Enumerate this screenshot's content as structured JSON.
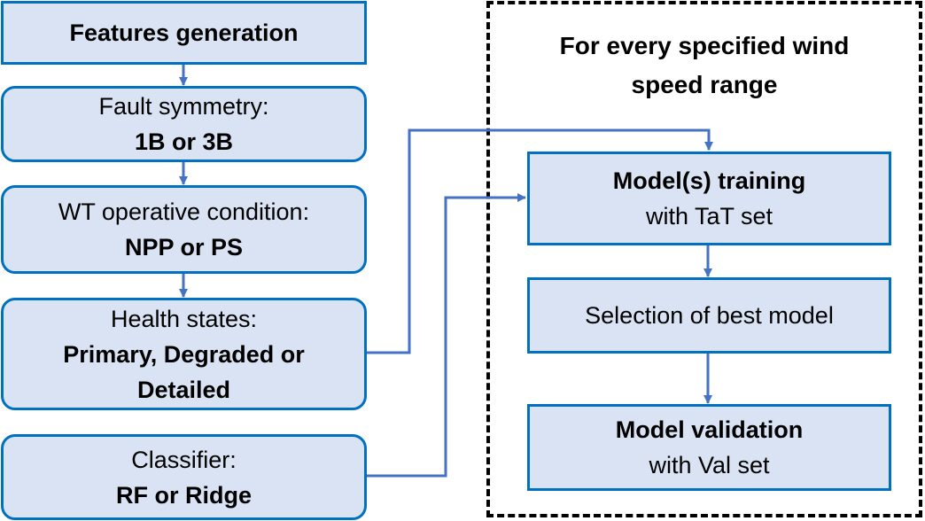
{
  "diagram": {
    "left_column": [
      {
        "id": "features",
        "lines": [
          {
            "text": "Features generation",
            "bold": true
          }
        ]
      },
      {
        "id": "fault",
        "lines": [
          {
            "text": "Fault symmetry:",
            "bold": false
          },
          {
            "text": "1B or 3B",
            "bold": true
          }
        ]
      },
      {
        "id": "wt",
        "lines": [
          {
            "text": "WT operative condition:",
            "bold": false
          },
          {
            "text": "NPP or PS",
            "bold": true
          }
        ]
      },
      {
        "id": "health",
        "lines": [
          {
            "text": "Health states:",
            "bold": false
          },
          {
            "text": "Primary, Degraded or",
            "bold": true
          },
          {
            "text": "Detailed",
            "bold": true
          }
        ]
      },
      {
        "id": "classifier",
        "lines": [
          {
            "text": "Classifier:",
            "bold": false
          },
          {
            "text": "RF or Ridge",
            "bold": true
          }
        ]
      }
    ],
    "loop_frame": {
      "title_line1": "For every specified wind",
      "title_line2": "speed range"
    },
    "right_column": [
      {
        "id": "training",
        "lines": [
          {
            "text": "Model(s) training",
            "bold": true
          },
          {
            "text": "with TaT set",
            "bold": false
          }
        ]
      },
      {
        "id": "selection",
        "lines": [
          {
            "text": "Selection of best model",
            "bold": false
          }
        ]
      },
      {
        "id": "validation",
        "lines": [
          {
            "text": "Model validation",
            "bold": true
          },
          {
            "text": "with Val set",
            "bold": false
          }
        ]
      }
    ],
    "colors": {
      "box_fill": "#dae3f3",
      "box_border": "#0070c0",
      "arrow": "#4472c4",
      "frame": "#000000"
    }
  }
}
